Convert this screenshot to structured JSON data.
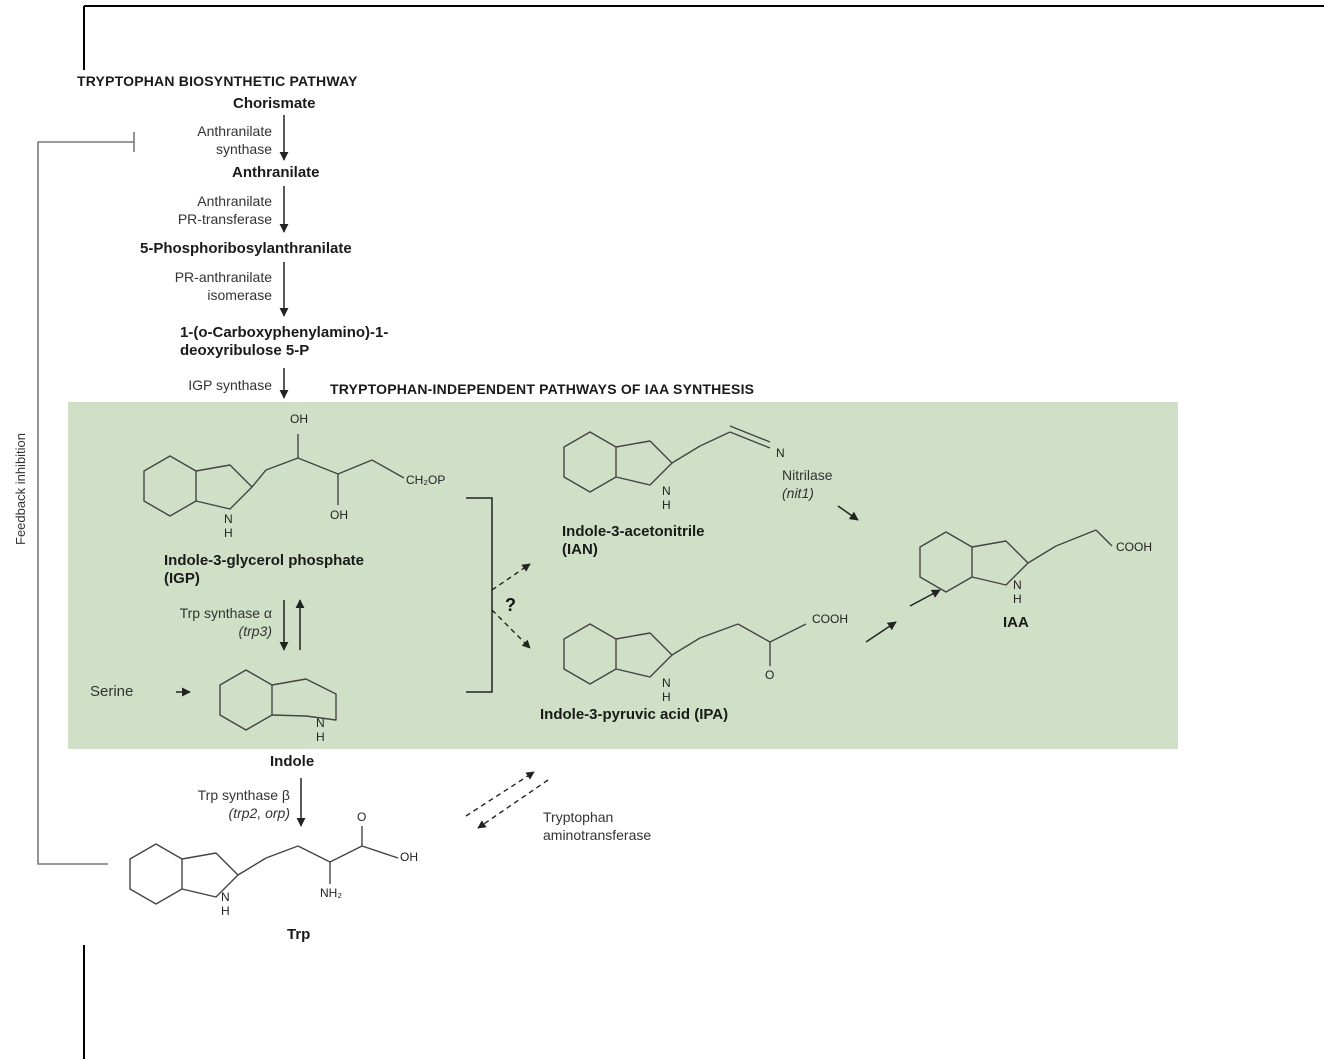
{
  "headings": {
    "biosynthetic": "TRYPTOPHAN BIOSYNTHETIC PATHWAY",
    "independent": "TRYPTOPHAN-INDEPENDENT PATHWAYS OF IAA SYNTHESIS"
  },
  "compounds": {
    "chorismate": "Chorismate",
    "anthranilate": "Anthranilate",
    "prant": "5-Phosphoribosylanthranilate",
    "cdrp_line1": "1-(o-Carboxyphenylamino)-1-",
    "cdrp_line2": "deoxyribulose 5-P",
    "igp_line1": "Indole-3-glycerol phosphate",
    "igp_line2": "(IGP)",
    "indole": "Indole",
    "trp": "Trp",
    "ian_line1": "Indole-3-acetonitrile",
    "ian_line2": "(IAN)",
    "ipa": "Indole-3-pyruvic acid  (IPA)",
    "iaa": "IAA",
    "serine": "Serine"
  },
  "enzymes": {
    "anth_synthase_1": "Anthranilate",
    "anth_synthase_2": "synthase",
    "anth_prt_1": "Anthranilate",
    "anth_prt_2": "PR-transferase",
    "pr_isomerase_1": "PR-anthranilate",
    "pr_isomerase_2": "isomerase",
    "igp_synthase": "IGP synthase",
    "trp_alpha_1": "Trp synthase α",
    "trp_alpha_2": "(trp3)",
    "trp_beta_1": "Trp synthase β",
    "trp_beta_2": "(trp2, orp)",
    "nitrilase_1": "Nitrilase",
    "nitrilase_2": "(nit1)",
    "trp_amino_1": "Tryptophan",
    "trp_amino_2": "aminotransferase"
  },
  "labels": {
    "feedback": "Feedback inhibition",
    "unknown": "?"
  },
  "atoms": {
    "oh": "OH",
    "ch2op": "CH₂OP",
    "n": "N",
    "h": "H",
    "cooh": "COOH",
    "o": "O",
    "nh2": "NH₂"
  },
  "colors": {
    "panel_fill": "#cfe0c6",
    "line": "#333333",
    "feedback_line": "#7a7a7a"
  }
}
